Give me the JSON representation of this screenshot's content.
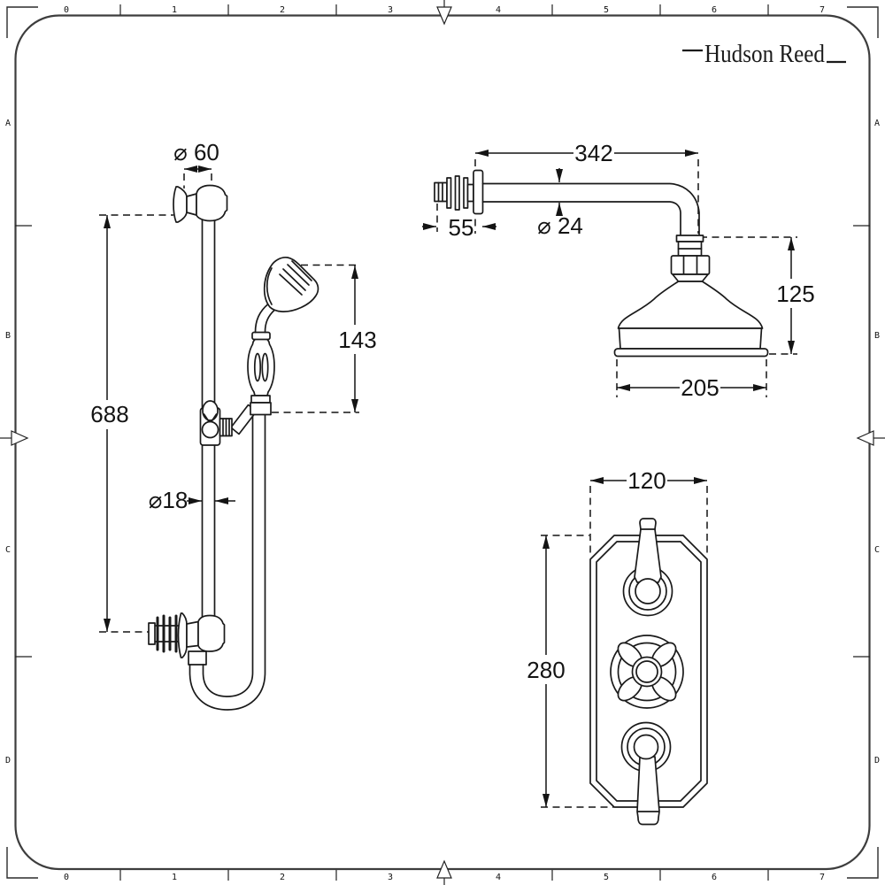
{
  "brand": {
    "logo_text": "Hudson Reed"
  },
  "rulers": {
    "top_numbers": [
      "0",
      "1",
      "2",
      "3",
      "4",
      "5",
      "6",
      "7"
    ],
    "bottom_numbers": [
      "0",
      "1",
      "2",
      "3",
      "4",
      "5",
      "6",
      "7"
    ],
    "left_letters": [
      "A",
      "B",
      "C",
      "D"
    ],
    "right_letters": [
      "A",
      "B",
      "C",
      "D"
    ]
  },
  "figures": {
    "slide_rail": {
      "wall_bracket_diameter": "⌀ 60",
      "rail_length": "688",
      "handset_height": "143",
      "rail_diameter": "⌀18"
    },
    "overhead_shower": {
      "arm_length": "342",
      "wall_plate_depth": "55",
      "arm_diameter": "⌀ 24",
      "head_height": "125",
      "head_diameter": "205"
    },
    "valve": {
      "plate_width": "120",
      "plate_height": "280"
    }
  },
  "colors": {
    "line": "#1a1a1a",
    "background": "#ffffff",
    "text": "#141414"
  }
}
